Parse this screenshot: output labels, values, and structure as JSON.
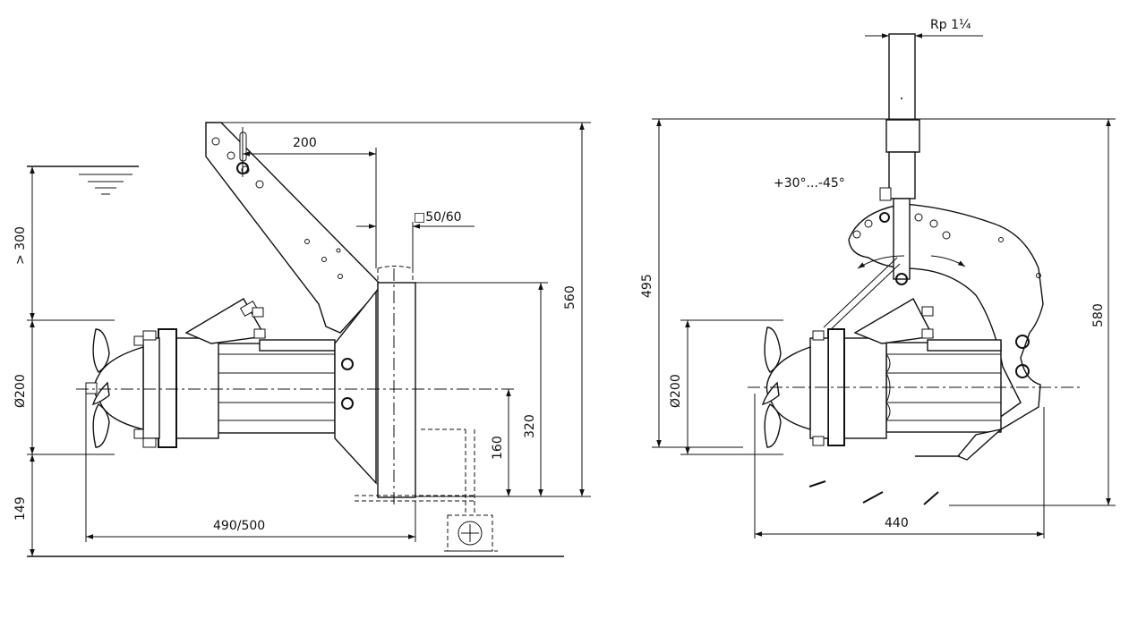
{
  "left_view": {
    "dim_200": "200",
    "dim_square": "□50/60",
    "dim_300": "> 300",
    "dim_dia": "Ø200",
    "dim_149": "149",
    "dim_490": "490/500",
    "dim_560": "560",
    "dim_320": "320",
    "dim_160": "160"
  },
  "right_view": {
    "dim_rp": "Rp 1¼",
    "dim_angle": "+30°...-45°",
    "dim_495": "495",
    "dim_dia": "Ø200",
    "dim_580": "580",
    "dim_440": "440"
  }
}
